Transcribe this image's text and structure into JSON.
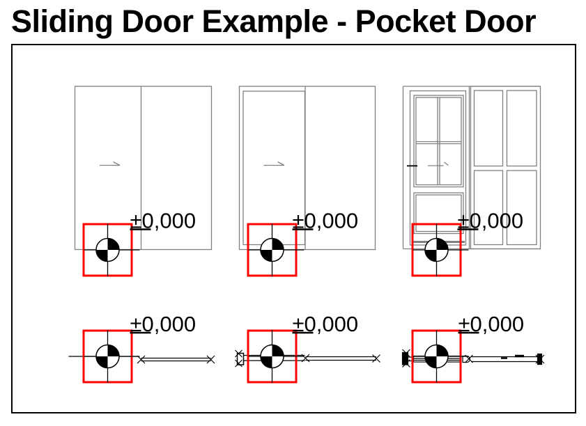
{
  "title": "Sliding Door Example - Pocket Door",
  "colors": {
    "highlight_red": "#ff0000",
    "drawing_gray": "#808080",
    "line_black": "#000000"
  },
  "symbols": {
    "origin_marker": "quartered-circle-with-crosshair-in-red-square"
  },
  "views": {
    "elevations": [
      {
        "id": "elevation-pocket-door-closed",
        "level": "±0,000"
      },
      {
        "id": "elevation-pocket-door-recessed",
        "level": "±0,000"
      },
      {
        "id": "elevation-pocket-door-paneled",
        "level": "±0,000"
      }
    ],
    "plans": [
      {
        "id": "plan-pocket-door-1",
        "level": "±0,000"
      },
      {
        "id": "plan-pocket-door-2",
        "level": "±0,000"
      },
      {
        "id": "plan-pocket-door-3",
        "level": "±0,000"
      }
    ]
  }
}
